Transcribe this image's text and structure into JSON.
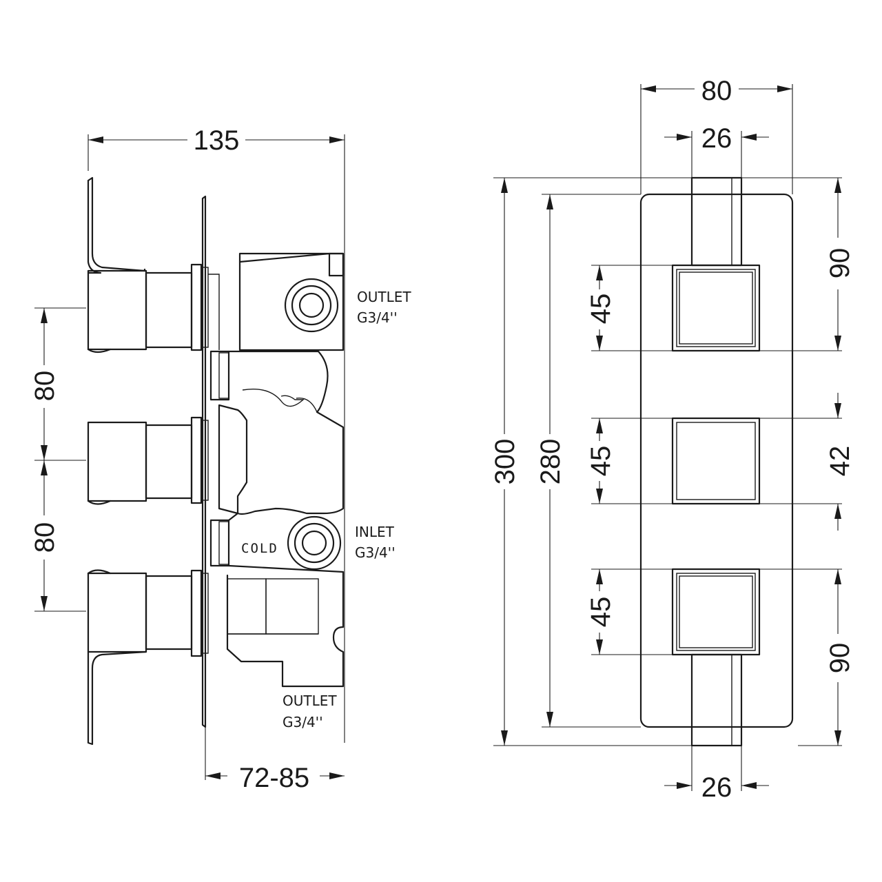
{
  "side_view": {
    "overall_width": "135",
    "depth_range": "72-85",
    "spacing_upper": "80",
    "spacing_lower": "80",
    "outlet_top": {
      "name": "OUTLET",
      "thread": "G3/4''"
    },
    "inlet": {
      "name": "INLET",
      "thread": "G3/4''"
    },
    "cold_label": "COLD",
    "outlet_bottom": {
      "name": "OUTLET",
      "thread": "G3/4''"
    }
  },
  "front_view": {
    "plate_width": "80",
    "lever_width_top": "26",
    "lever_width_bottom": "26",
    "overall_height": "300",
    "plate_height": "280",
    "knob_size_top": "45",
    "knob_size_middle": "45",
    "knob_size_bottom": "45",
    "right_upper": "90",
    "right_middle": "42",
    "right_lower": "90"
  }
}
